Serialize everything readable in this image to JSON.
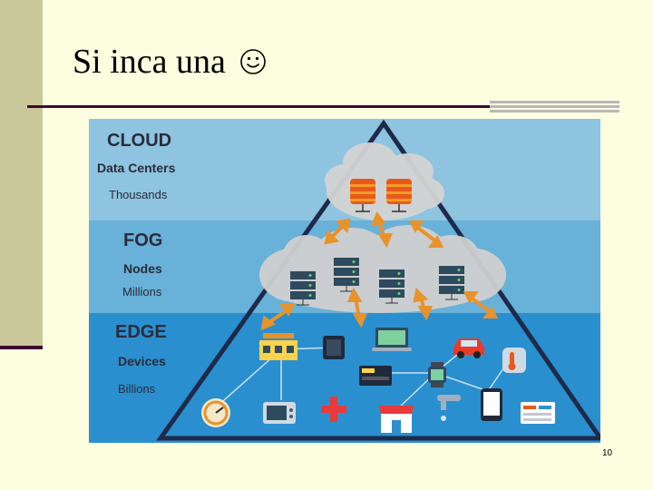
{
  "slide": {
    "title": "Si inca una",
    "page_number": "10"
  },
  "figure": {
    "cloud": {
      "title": "CLOUD",
      "subtitle": "Data Centers",
      "count": "Thousands"
    },
    "fog": {
      "title": "FOG",
      "subtitle": "Nodes",
      "count": "Millions"
    },
    "edge": {
      "title": "EDGE",
      "subtitle": "Devices",
      "count": "Billions"
    },
    "colors": {
      "cloud_band": "#8ec4e0",
      "fog_band": "#68b1d8",
      "edge_band": "#2a8fcf",
      "arrow": "#e8922a",
      "pyramid_outline": "#1e2a4a"
    },
    "icons": [
      "database-icon",
      "server-icon",
      "factory-icon",
      "tablet-icon",
      "laptop-icon",
      "car-icon",
      "thermostat-icon",
      "gauge-icon",
      "monitor-icon",
      "medical-icon",
      "shop-icon",
      "smartwatch-icon",
      "faucet-icon",
      "smartphone-icon",
      "card-reader-icon",
      "dashboard-icon"
    ]
  }
}
